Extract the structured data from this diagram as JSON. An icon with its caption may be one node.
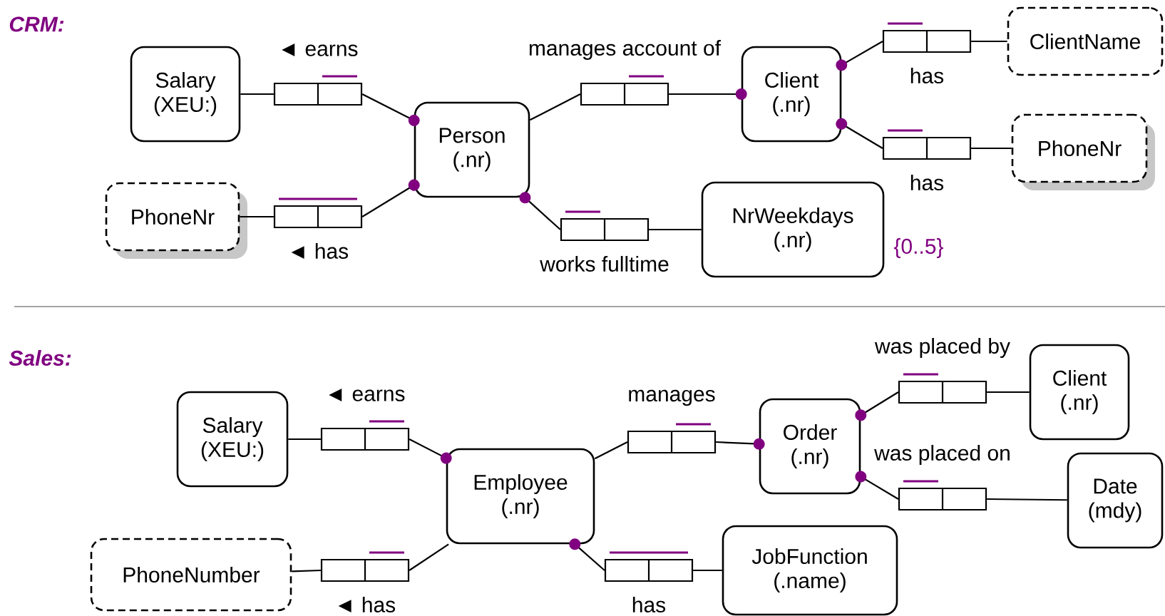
{
  "diagram": {
    "nodes": [
      {
        "text": [
          "Salary (XEU:)"
        ]
      },
      {
        "text": [
          "PhoneNr"
        ]
      },
      {
        "text": [],
        "shape": "box",
        "beside": [
          "◄ earns"
        ]
      },
      {
        "text": [],
        "shape": "box",
        "beside": [
          "◄ has"
        ]
      },
      {
        "text": [
          "Person (.nr)"
        ]
      },
      {
        "text": [],
        "shape": "box",
        "beside": [
          "manages account of"
        ]
      },
      {
        "text": [],
        "shape": "box",
        "beside": [
          "works fulltime"
        ]
      },
      {
        "text": [
          "NrWeekdays (.nr)"
        ],
        "beside": [
          "{0..5}"
        ]
      },
      {
        "text": [
          "Client (.nr)"
        ]
      },
      {
        "text": [],
        "shape": "box",
        "beside": [
          "has"
        ]
      },
      {
        "text": [],
        "shape": "box",
        "beside": [
          "has"
        ]
      },
      {
        "text": [
          "ClientName"
        ]
      },
      {
        "text": [
          "PhoneNr"
        ]
      },
      {
        "text": [
          "Salary (XEU:)"
        ]
      },
      {
        "text": [
          "Employee (.nr)"
        ]
      },
      {
        "text": [
          "PhoneNumber"
        ]
      },
      {
        "text": [],
        "shape": "box",
        "beside": [
          "◄ earns"
        ]
      },
      {
        "text": [],
        "shape": "box",
        "beside": [
          "◄ has"
        ]
      },
      {
        "text": [],
        "shape": "box",
        "beside": [
          "manages"
        ]
      },
      {
        "text": [
          "Order (.nr)"
        ]
      },
      {
        "text": [],
        "shape": "box",
        "beside": [
          "has"
        ]
      },
      {
        "text": [
          "JobFunction (.name)"
        ]
      },
      {
        "text": [],
        "shape": "box",
        "beside": [
          "was placed by"
        ]
      },
      {
        "text": [],
        "shape": "box",
        "beside": [
          "was placed on"
        ]
      },
      {
        "text": [
          "Client (.nr)"
        ]
      },
      {
        "text": [
          "Date (mdy)"
        ]
      }
    ],
    "edges": [
      {
        "from": 0,
        "to": 2,
        "arrow": "none"
      },
      {
        "from": 2,
        "to": 4,
        "arrow": "other"
      },
      {
        "from": 1,
        "to": 3,
        "arrow": "none"
      },
      {
        "from": 3,
        "to": 4,
        "arrow": "other"
      },
      {
        "from": 4,
        "to": 5,
        "arrow": "none"
      },
      {
        "from": 5,
        "to": 8,
        "arrow": "other"
      },
      {
        "from": 6,
        "to": 4,
        "arrow": "other"
      },
      {
        "from": 6,
        "to": 7,
        "arrow": "none"
      },
      {
        "from": 9,
        "to": 8,
        "arrow": "other"
      },
      {
        "from": 9,
        "to": 11,
        "arrow": "none"
      },
      {
        "from": 10,
        "to": 8,
        "arrow": "other"
      },
      {
        "from": 10,
        "to": 12,
        "arrow": "none"
      },
      {
        "from": 13,
        "to": 16,
        "arrow": "none"
      },
      {
        "from": 16,
        "to": 14,
        "arrow": "other"
      },
      {
        "from": 15,
        "to": 17,
        "arrow": "none"
      },
      {
        "from": 17,
        "to": 14,
        "arrow": "none"
      },
      {
        "from": 14,
        "to": 18,
        "arrow": "none"
      },
      {
        "from": 18,
        "to": 19,
        "arrow": "other"
      },
      {
        "from": 20,
        "to": 14,
        "arrow": "other"
      },
      {
        "from": 20,
        "to": 21,
        "arrow": "none"
      },
      {
        "from": 22,
        "to": 19,
        "arrow": "other"
      },
      {
        "from": 22,
        "to": 24,
        "arrow": "none"
      },
      {
        "from": 23,
        "to": 19,
        "arrow": "other"
      },
      {
        "from": 23,
        "to": 25,
        "arrow": "none"
      }
    ],
    "labels": [
      "CRM:",
      "Sales:"
    ]
  }
}
